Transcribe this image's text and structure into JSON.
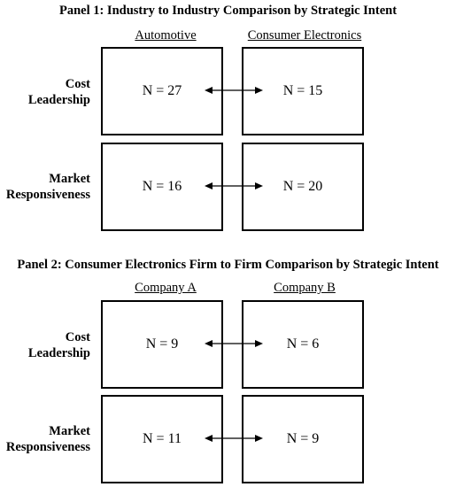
{
  "panels": [
    {
      "title": "Panel 1: Industry to Industry Comparison by Strategic Intent",
      "columns": [
        "Automotive",
        "Consumer Electronics"
      ],
      "rows": [
        {
          "label_lines": [
            "Cost",
            "Leadership"
          ],
          "values": [
            "N = 27",
            "N = 15"
          ]
        },
        {
          "label_lines": [
            "Market",
            "Responsiveness"
          ],
          "values": [
            "N = 16",
            "N = 20"
          ]
        }
      ]
    },
    {
      "title": "Panel 2: Consumer Electronics Firm to Firm Comparison by Strategic Intent",
      "columns": [
        "Company A",
        "Company B"
      ],
      "rows": [
        {
          "label_lines": [
            "Cost",
            "Leadership"
          ],
          "values": [
            "N = 9",
            "N = 6"
          ]
        },
        {
          "label_lines": [
            "Market",
            "Responsiveness"
          ],
          "values": [
            "N = 11",
            "N = 9"
          ]
        }
      ]
    }
  ],
  "icons": {
    "comparison_arrow": "double-headed-arrow-icon"
  }
}
